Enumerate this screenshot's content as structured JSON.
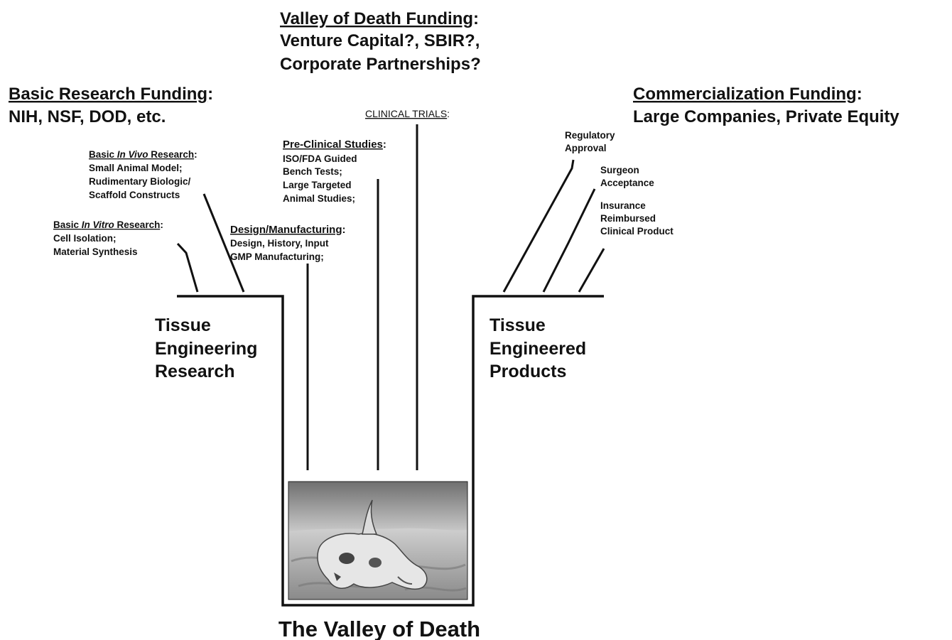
{
  "valley_funding": {
    "heading": "Valley of Death Funding",
    "colon": ":",
    "line2": "Venture Capital?, SBIR?,",
    "line3": "Corporate Partnerships?"
  },
  "basic_funding": {
    "heading": "Basic Research Funding",
    "colon": ":",
    "line2": "NIH, NSF, DOD, etc."
  },
  "commercial_funding": {
    "heading": "Commercialization Funding",
    "colon": ":",
    "line2": "Large Companies, Private Equity"
  },
  "clinical_trials": {
    "heading": "CLINICAL TRIALS",
    "colon": ":"
  },
  "preclinical": {
    "heading": "Pre-Clinical Studies",
    "colon": ":",
    "items": [
      "ISO/FDA Guided",
      "Bench Tests;",
      "Large Targeted",
      "Animal Studies;"
    ]
  },
  "design_mfg": {
    "heading": "Design/Manufacturing",
    "colon": ":",
    "items": [
      "Design, History, Input",
      "GMP Manufacturing;"
    ]
  },
  "in_vivo": {
    "prefix": "Basic ",
    "italic": "In Vivo",
    "suffix": " Research",
    "colon": ":",
    "items": [
      "Small Animal Model;",
      "Rudimentary Biologic/",
      "Scaffold Constructs"
    ]
  },
  "in_vitro": {
    "prefix": "Basic ",
    "italic": "In Vitro",
    "suffix": " Research",
    "colon": ":",
    "items": [
      "Cell Isolation;",
      "Material Synthesis"
    ]
  },
  "regulatory": {
    "lines": [
      "Regulatory",
      "Approval"
    ]
  },
  "surgeon": {
    "lines": [
      "Surgeon",
      "Acceptance"
    ]
  },
  "insurance": {
    "lines": [
      "Insurance",
      "Reimbursed",
      "Clinical Product"
    ]
  },
  "left_block": {
    "lines": [
      "Tissue",
      "Engineering",
      "Research"
    ]
  },
  "right_block": {
    "lines": [
      "Tissue",
      "Engineered",
      "Products"
    ]
  },
  "valley_title": "The Valley of Death",
  "photo": {
    "description_icon": "desert-skull-photo-icon"
  }
}
